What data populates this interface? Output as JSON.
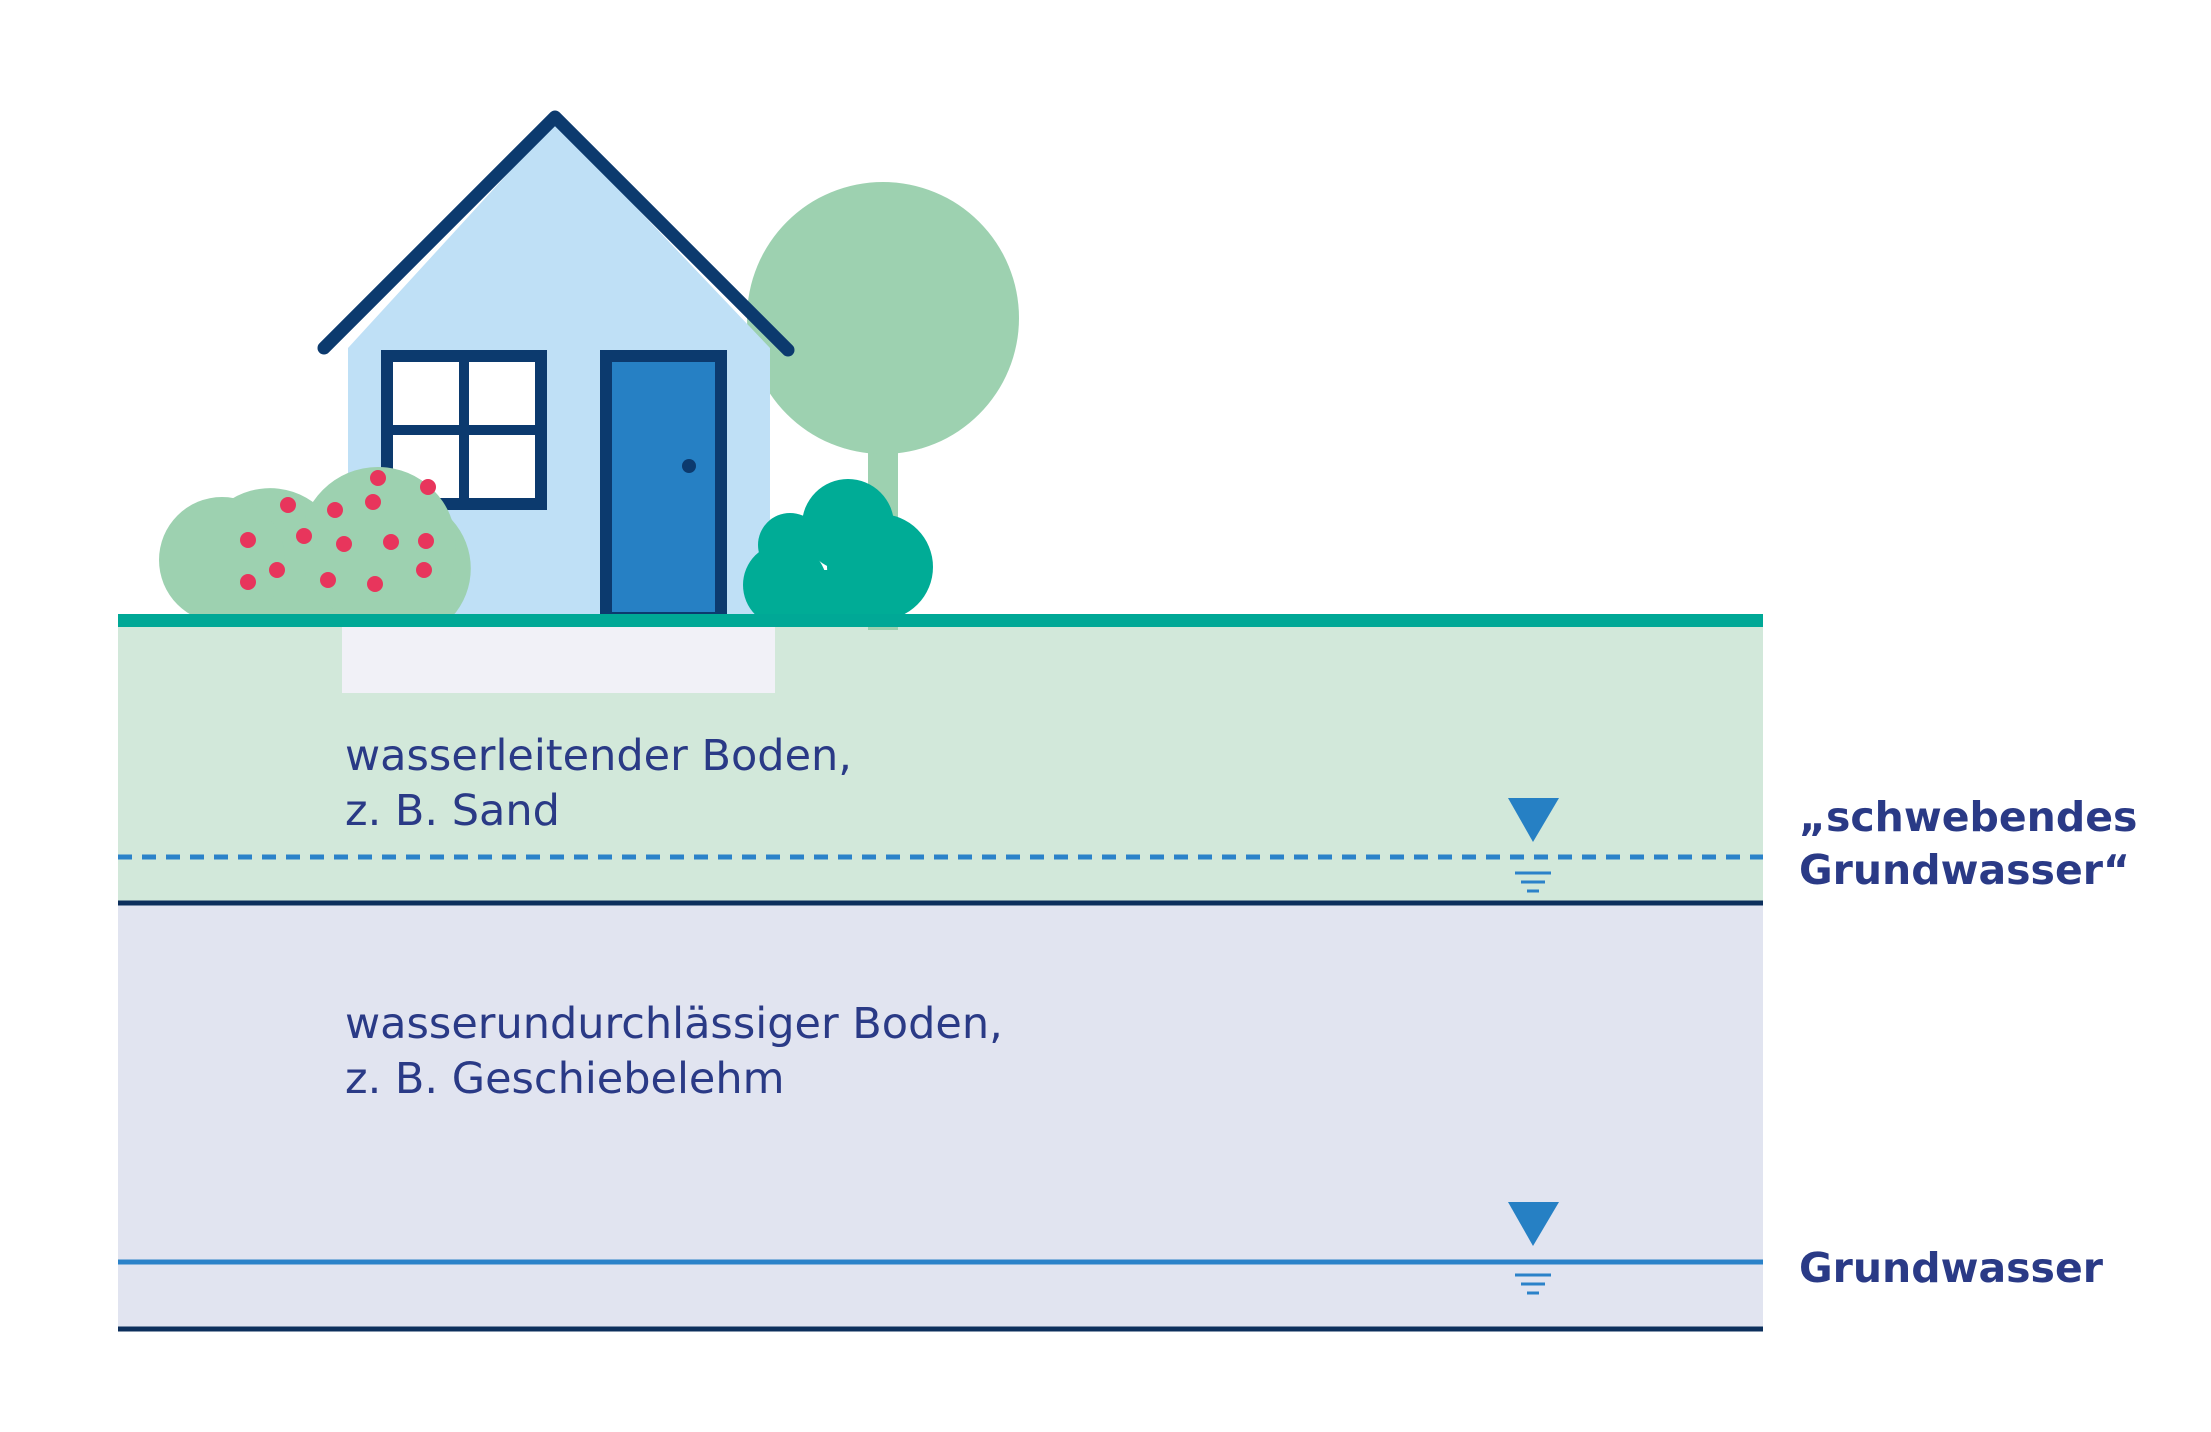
{
  "labels": {
    "permeable_layer": {
      "line1": "wasserleitender Boden,",
      "line2": "z. B. Sand"
    },
    "impermeable_layer": {
      "line1": "wasserundurchlässiger Boden,",
      "line2": "z. B. Geschiebelehm"
    },
    "perched_groundwater": {
      "line1": "„schwebendes",
      "line2": "Grundwasser“"
    },
    "groundwater": "Grundwasser"
  },
  "colors": {
    "permeable_soil": "#d2e8da",
    "impermeable_soil": "#e1e4f0",
    "ground_surface_line": "#00a896",
    "layer_boundary": "#0c2f5c",
    "water_level": "#2b82c9",
    "house_wall": "#bfe0f6",
    "house_outline": "#0c3a6e",
    "door": "#2680c4",
    "tree": "#9dd1b0",
    "shrub": "#00ac96",
    "berry_bush": "#9dd1b0",
    "berries": "#e8355c",
    "foundation": "#f1f1f7",
    "text": "#2a3a86"
  },
  "icons": [
    "house-icon",
    "tree-icon",
    "shrub-icon",
    "berry-bush-icon",
    "water-level-icon"
  ]
}
